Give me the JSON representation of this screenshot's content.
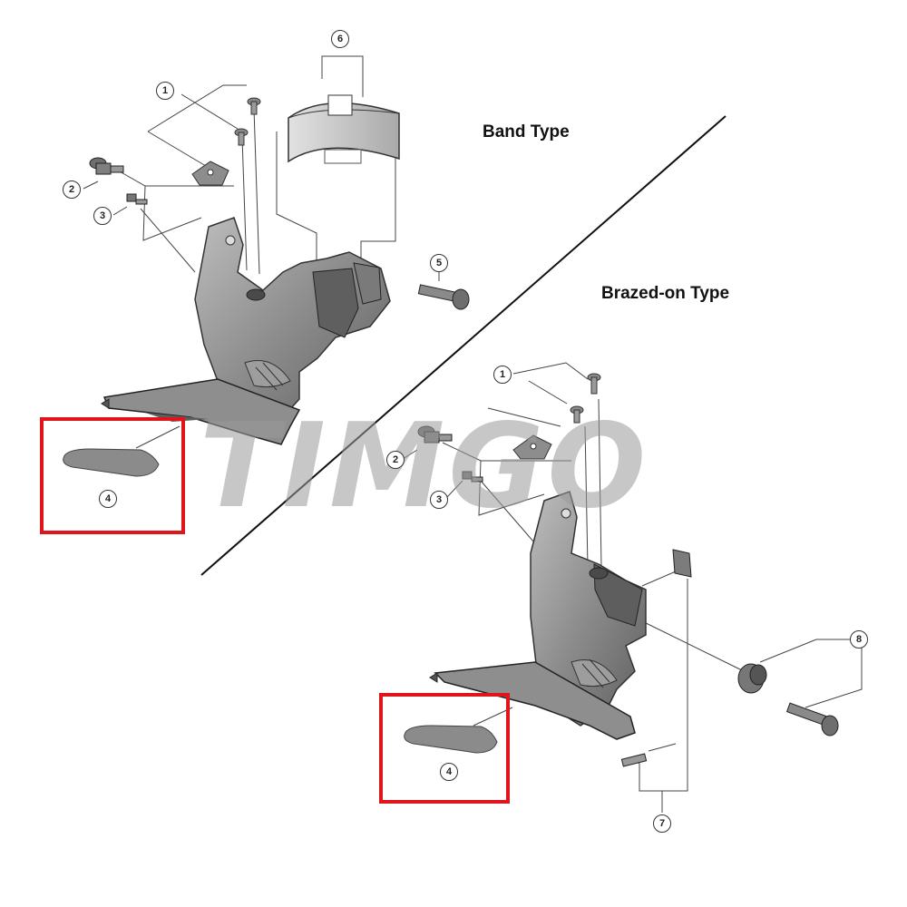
{
  "titles": {
    "band": "Band Type",
    "brazed": "Brazed-on Type"
  },
  "watermark": "TIMGO",
  "callouts": {
    "band": [
      "1",
      "2",
      "3",
      "4",
      "5",
      "6"
    ],
    "brazed": [
      "1",
      "2",
      "3",
      "4",
      "7",
      "8"
    ]
  },
  "colors": {
    "highlight": "#e0141b",
    "part_dark": "#6e6e6e",
    "part_mid": "#9b9b9b",
    "part_light": "#c9c9c9",
    "line": "#333333"
  }
}
